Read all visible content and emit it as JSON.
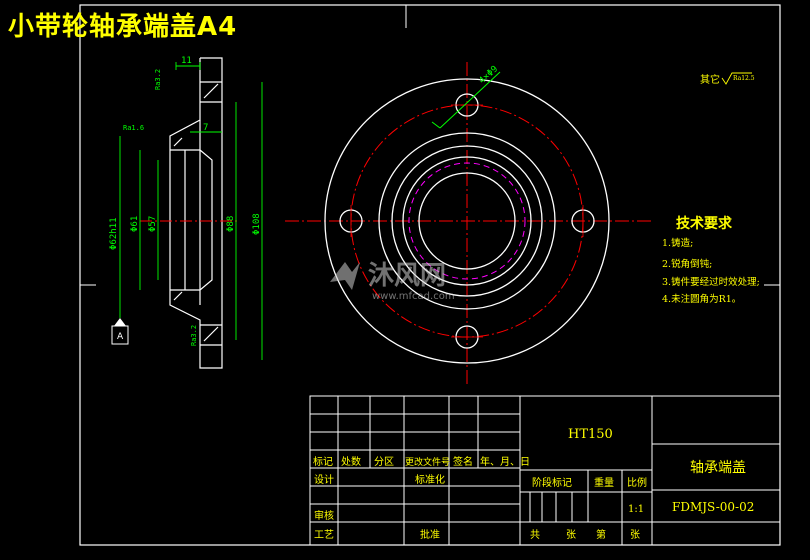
{
  "title": "小带轮轴承端盖A4",
  "roughness_note": {
    "label": "其它",
    "value": "Ra12.5"
  },
  "tech_requirements": {
    "heading": "技术要求",
    "items": [
      "1.铸造;",
      "2.锐角倒钝;",
      "3.铸件要经过时效处理;",
      "4.未注圆角为R1。"
    ]
  },
  "dimensions": {
    "bolt_holes": "4×Φ9",
    "width_11": "11",
    "width_7": "7",
    "roughness_top": "Ra3.2",
    "roughness_left": "Ra1.6",
    "roughness_bottom": "Ra3.2",
    "dia_62": "Φ62h11",
    "dia_61": "Φ61",
    "dia_57": "Φ57",
    "dia_88": "Φ88",
    "dia_108": "Φ108",
    "datum": "A"
  },
  "watermark": {
    "brand": "沐风网",
    "url": "www.mfcad.com"
  },
  "title_block": {
    "material": "HT150",
    "part_name": "轴承端盖",
    "drawing_no": "FDMJS-00-02",
    "row_labels": [
      "标记",
      "处数",
      "分区",
      "更改文件号",
      "签名",
      "年、月、日"
    ],
    "design": "设计",
    "standardize": "标准化",
    "review": "审核",
    "process": "工艺",
    "approve": "批准",
    "stage_mark": "阶段标记",
    "weight": "重量",
    "scale_label": "比例",
    "scale": "1:1",
    "sheets_total": "共",
    "sheet_unit_1": "张",
    "sheet_no": "第",
    "sheet_unit_2": "张"
  },
  "colors": {
    "background": "#000000",
    "outline": "#ffffff",
    "dimension": "#00ff00",
    "centerline": "#ff0000",
    "hidden": "#ff00ff",
    "text": "#ffff00"
  }
}
